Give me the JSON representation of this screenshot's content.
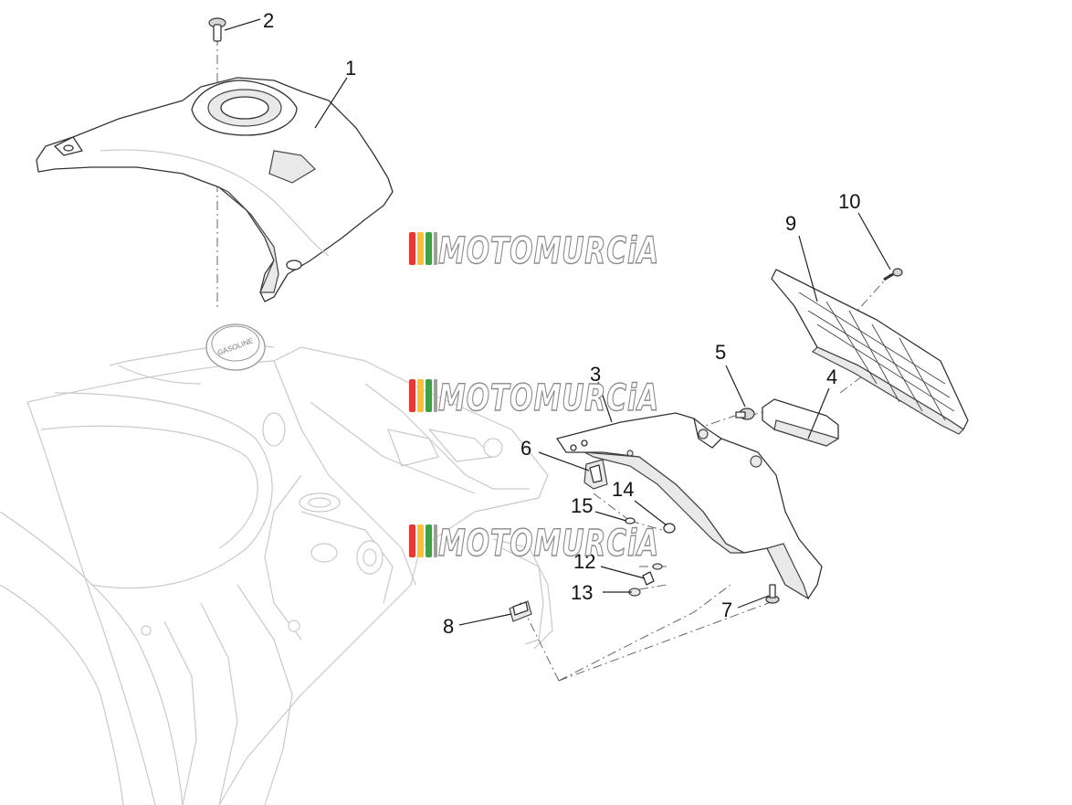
{
  "watermark": {
    "text": "MOTOMURCiA",
    "stripe_colors": [
      "#e53935",
      "#fbc02d",
      "#43a047",
      "#9e9e9e"
    ]
  },
  "callouts": {
    "c1": "1",
    "c2": "2",
    "c3": "3",
    "c4": "4",
    "c5": "5",
    "c6": "6",
    "c7": "7",
    "c8": "8",
    "c9": "9",
    "c10": "10",
    "c12": "12",
    "c13": "13",
    "c14": "14",
    "c15": "15"
  },
  "fuel_cap_label": "GASOLINE"
}
